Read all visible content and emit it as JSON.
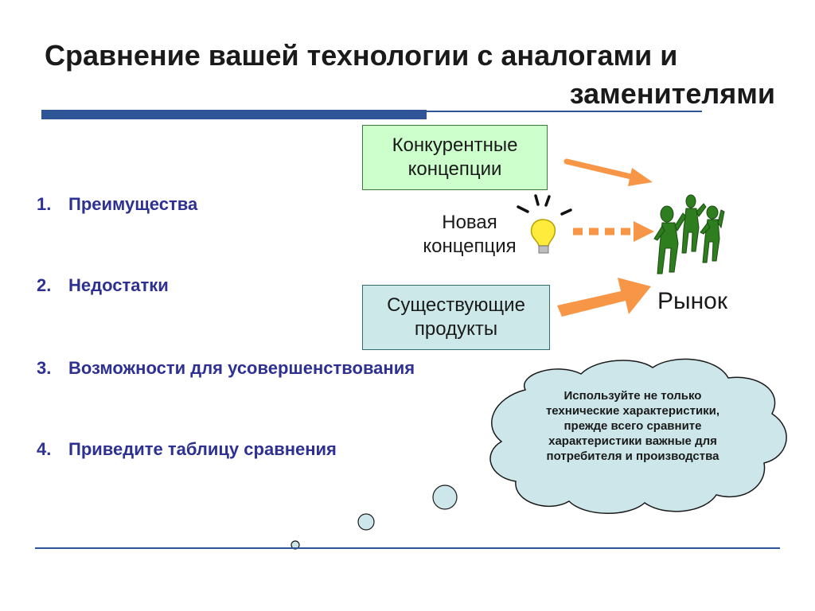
{
  "slide": {
    "title_line1": "Сравнение вашей технологии с аналогами и",
    "title_line2": "заменителями"
  },
  "list": [
    {
      "num": "1.",
      "text": "Преимущества"
    },
    {
      "num": "2.",
      "text": "Недостатки"
    },
    {
      "num": "3.",
      "text": "Возможности для усовершенствования"
    },
    {
      "num": "4.",
      "text": "Приведите таблицу сравнения"
    }
  ],
  "diagram": {
    "competing_line1": "Конкурентные",
    "competing_line2": "концепции",
    "new_line1": "Новая",
    "new_line2": "концепция",
    "existing_line1": "Существующие",
    "existing_line2": "продукты",
    "market": "Рынок"
  },
  "cloud": {
    "lines": [
      "Используйте не только",
      "технические характеристики,",
      "прежде всего сравните",
      "характеристики важные для",
      "потребителя и  производства"
    ]
  },
  "colors": {
    "accent_blue": "#2f5597",
    "list_text": "#2e3192",
    "arrow_orange": "#f79646",
    "box_green": "#ccffcc",
    "box_teal": "#cce8e8",
    "cloud_fill": "#cce6ea",
    "figure_green": "#2e7d1e",
    "bulb_yellow": "#ffeb3b"
  },
  "icons": [
    "lightbulb-icon",
    "people-figures-icon",
    "thought-cloud-icon"
  ]
}
